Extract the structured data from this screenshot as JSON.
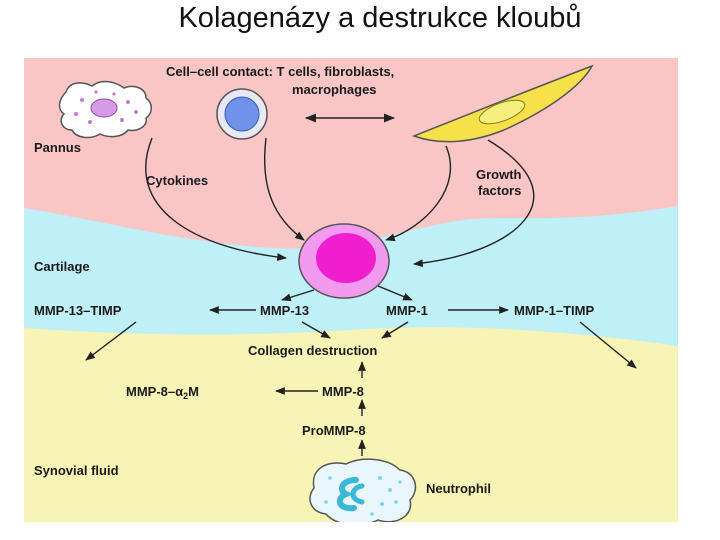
{
  "title": "Kolagenázy a destrukce kloubů",
  "diagram": {
    "colors": {
      "pannus": "#f9c5c5",
      "cartilage": "#bff0f7",
      "synovial": "#f8f4b6",
      "arrow": "#222222"
    },
    "regions": {
      "pannus": "Pannus",
      "cartilage": "Cartilage",
      "synovial": "Synovial fluid"
    },
    "labels": {
      "contact_line1": "Cell–cell contact: T cells, fibroblasts,",
      "contact_line2": "macrophages",
      "cytokines": "Cytokines",
      "growth_line1": "Growth",
      "growth_line2": "factors",
      "mmp13_timp": "MMP-13–TIMP",
      "mmp13": "MMP-13",
      "mmp1": "MMP-1",
      "mmp1_timp": "MMP-1–TIMP",
      "collagen": "Collagen destruction",
      "mmp8_a2m_prefix": "MMP-8–",
      "alpha": "α",
      "sub2": "2",
      "m": "M",
      "mmp8": "MMP-8",
      "prommp8": "ProMMP-8",
      "neutrophil": "Neutrophil"
    },
    "icons": [
      "macrophage-icon",
      "t-cell-icon",
      "fibroblast-icon",
      "chondrocyte-icon",
      "neutrophil-icon"
    ]
  }
}
